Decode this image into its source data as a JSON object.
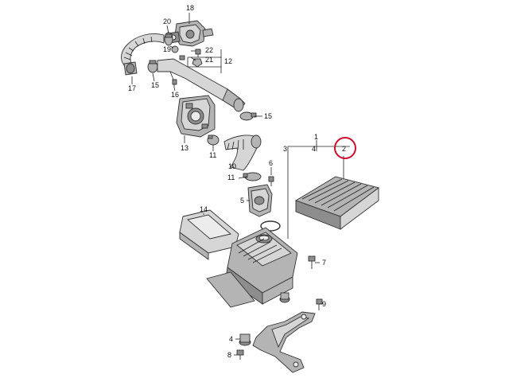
{
  "callouts": {
    "c1": "1",
    "c2": "2",
    "c3": "3",
    "c4a": "4",
    "c4b": "4",
    "c5": "5",
    "c6": "6",
    "c7": "7",
    "c8": "8",
    "c9": "9",
    "c10": "10",
    "c11a": "11",
    "c11b": "11",
    "c12": "12",
    "c13": "13",
    "c14": "14",
    "c15a": "15",
    "c15b": "15",
    "c16": "16",
    "c17": "17",
    "c18": "18",
    "c19": "19",
    "c20": "20",
    "c21": "21",
    "c22": "22"
  },
  "highlight": {
    "color": "#c8102e",
    "target": "2"
  },
  "colors": {
    "line": "#222222",
    "part_dark": "#8d8d8d",
    "part_mid": "#b4b4b4",
    "part_light": "#d6d6d6"
  }
}
